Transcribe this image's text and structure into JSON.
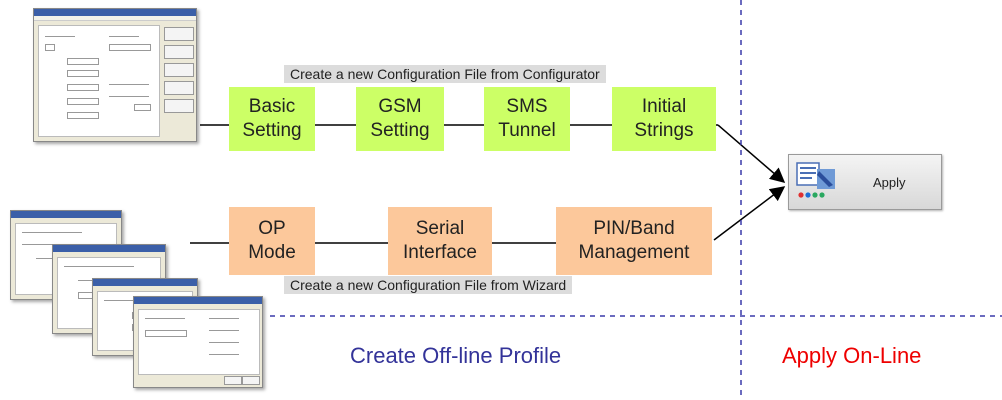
{
  "flow_top": {
    "caption": "Create a new Configuration File from Configurator",
    "steps": [
      "Basic\nSetting",
      "GSM\nSetting",
      "SMS\nTunnel",
      "Initial\nStrings"
    ]
  },
  "flow_bottom": {
    "caption": "Create a new Configuration File from Wizard",
    "steps": [
      "OP\nMode",
      "Serial\nInterface",
      "PIN/Band\nManagement"
    ]
  },
  "apply_button": {
    "label": "Apply",
    "icon": "configure-apply-icon"
  },
  "sections": {
    "offline": "Create Off-line Profile",
    "online": "Apply On-Line"
  },
  "colors": {
    "green_box": "#ccff66",
    "orange_box": "#fcc89b",
    "divider": "#3a3aaa",
    "offline_text": "#333399",
    "online_text": "#ee0000"
  }
}
